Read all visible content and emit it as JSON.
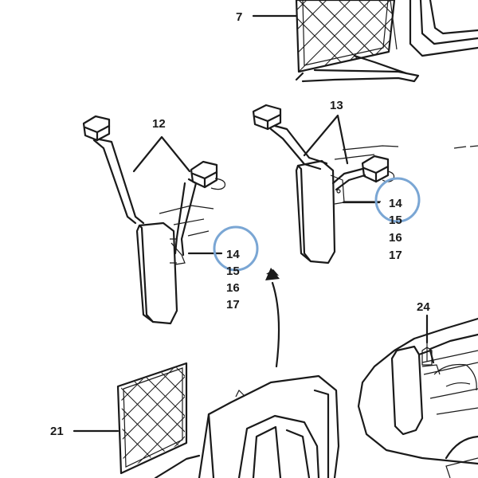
{
  "callouts": {
    "c7": "7",
    "c12": "12",
    "c13": "13",
    "c24": "24",
    "c21": "21",
    "left_group": [
      "14",
      "15",
      "16",
      "17"
    ],
    "right_group": [
      "14",
      "15",
      "16",
      "17"
    ]
  },
  "highlight_color": "#7aa6d4",
  "line_color": "#1a1a1a"
}
